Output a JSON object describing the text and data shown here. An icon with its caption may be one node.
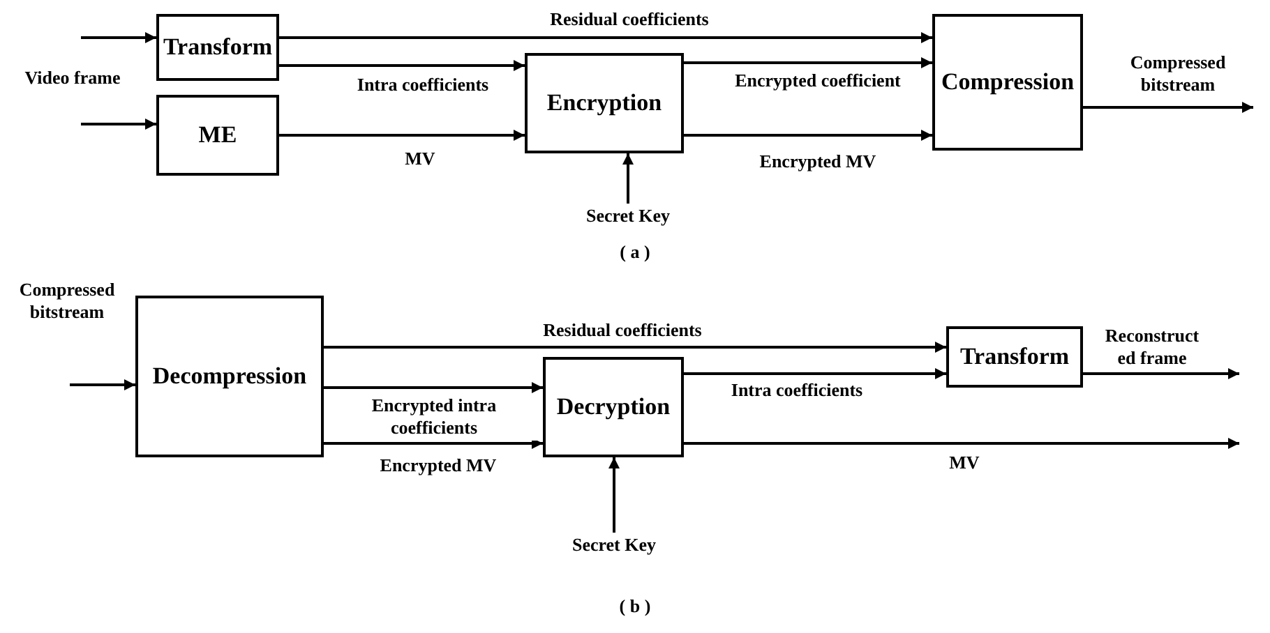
{
  "diagram": {
    "nodes": [
      {
        "text": [
          "Transform"
        ]
      },
      {
        "text": [
          "ME"
        ]
      },
      {
        "text": [
          "Encryption"
        ]
      },
      {
        "text": [
          "Secret Key"
        ]
      },
      {
        "text": [
          "Compression"
        ]
      },
      {
        "text": [
          "Decompression"
        ]
      },
      {
        "text": [
          "Decryption"
        ]
      },
      {
        "text": [
          "Secret Key"
        ]
      },
      {
        "text": [
          "Transform"
        ]
      }
    ],
    "edges": [
      {
        "from": null,
        "to": 0,
        "arrow": "to"
      },
      {
        "from": null,
        "to": 1,
        "arrow": "to"
      },
      {
        "from": 0,
        "to": 4,
        "arrow": "to",
        "label": "Residual coefficients"
      },
      {
        "from": 0,
        "to": 2,
        "arrow": "to",
        "label": "Intra coefficients"
      },
      {
        "from": 1,
        "to": 2,
        "arrow": "to",
        "label": "MV"
      },
      {
        "from": 2,
        "to": 4,
        "arrow": "to",
        "label": "Encrypted coefficient"
      },
      {
        "from": 2,
        "to": 4,
        "arrow": "to",
        "label": "Encrypted MV"
      },
      {
        "from": 3,
        "to": 2,
        "arrow": "to"
      },
      {
        "from": 4,
        "to": null,
        "arrow": "to",
        "label": "Compressed bitstream"
      },
      {
        "from": null,
        "to": 5,
        "arrow": "to"
      },
      {
        "from": 5,
        "to": 8,
        "arrow": "to",
        "label": "Residual coefficients"
      },
      {
        "from": 5,
        "to": 6,
        "arrow": "to",
        "label": "Encrypted intra coefficients"
      },
      {
        "from": 5,
        "to": 6,
        "arrow": "to",
        "label": "Encrypted MV"
      },
      {
        "from": 7,
        "to": 6,
        "arrow": "to"
      },
      {
        "from": 6,
        "to": 8,
        "arrow": "to",
        "label": "Intra coefficients"
      },
      {
        "from": 6,
        "to": null,
        "arrow": "to",
        "label": "MV"
      },
      {
        "from": 8,
        "to": null,
        "arrow": "to",
        "label": "Reconstructed frame"
      }
    ],
    "labels": [
      "Video frame",
      "( a )",
      "Compressed bitstream",
      "( b )"
    ]
  }
}
